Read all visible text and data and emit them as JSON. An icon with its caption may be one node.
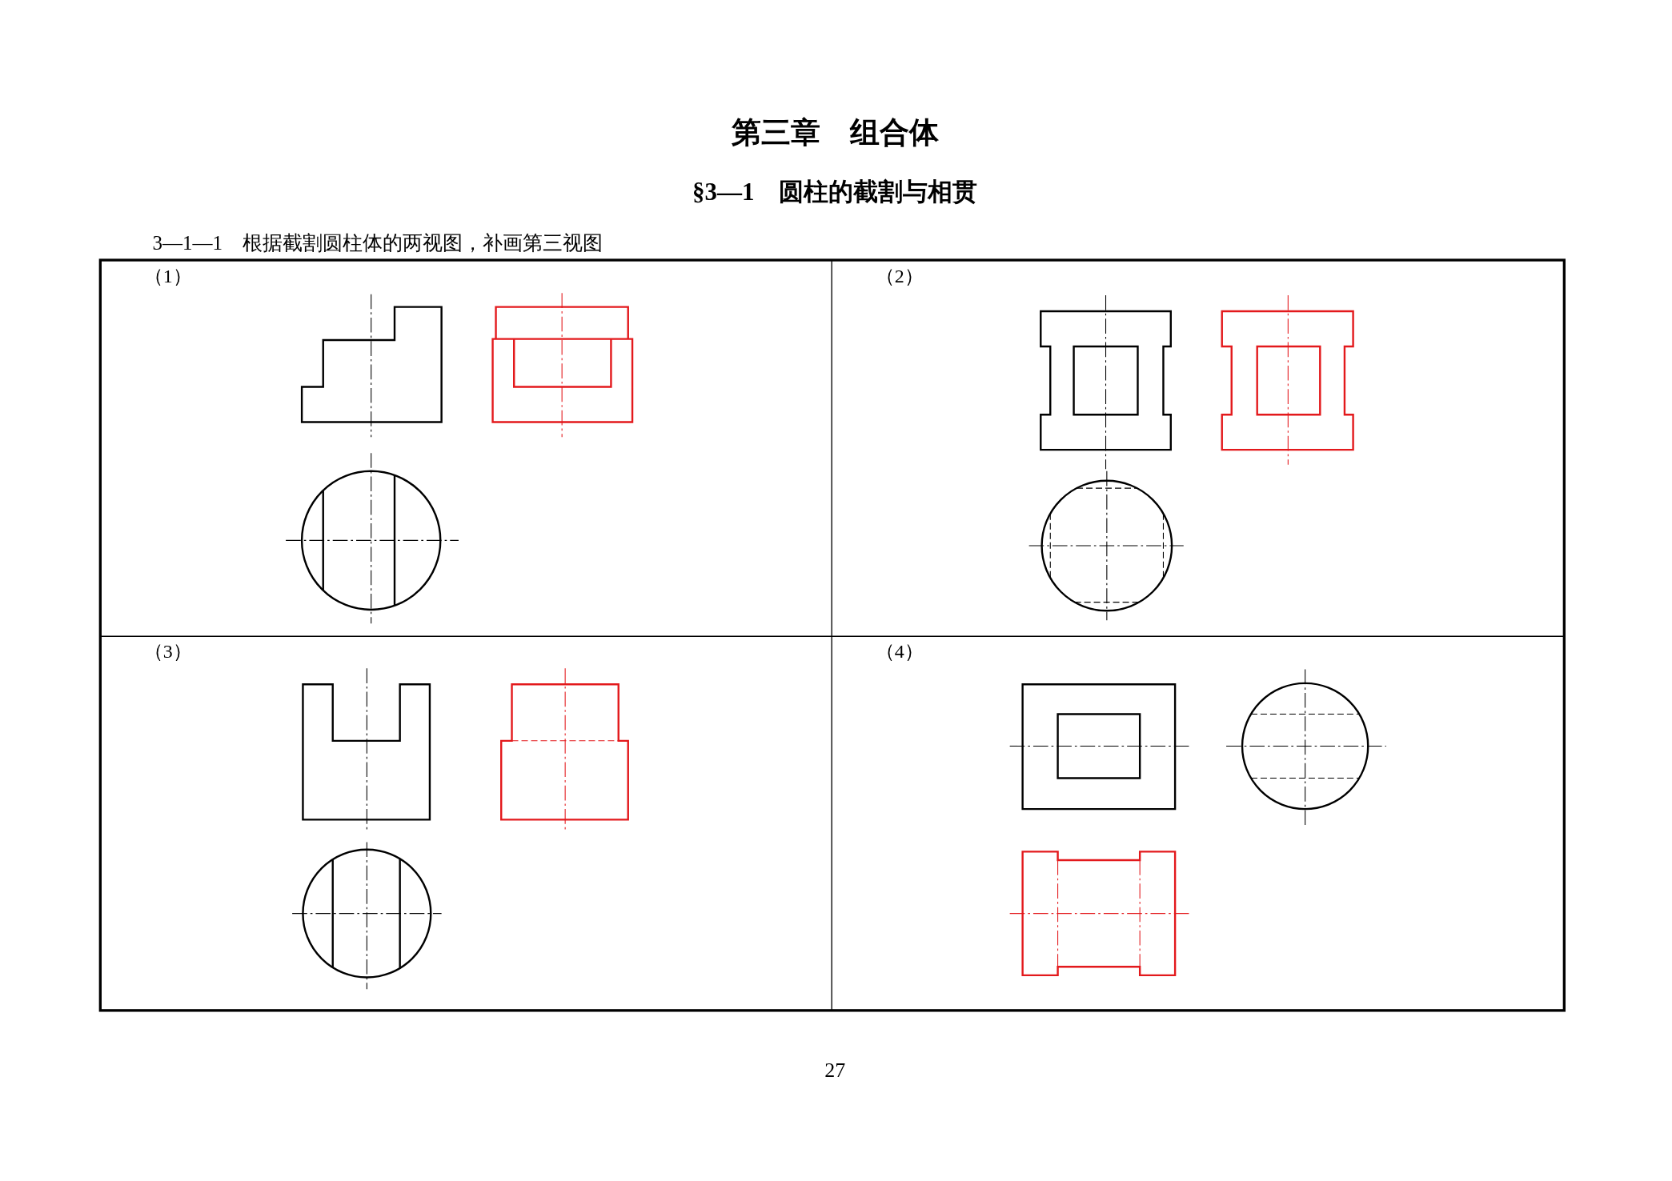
{
  "diagram": {
    "title": "第三章　组合体",
    "labels": [
      "§3—1　圆柱的截割与相贯",
      "3—1—1　根据截割圆柱体的两视图，补画第三视图",
      "（1）",
      "（2）",
      "（3）",
      "（4）",
      "27"
    ]
  }
}
